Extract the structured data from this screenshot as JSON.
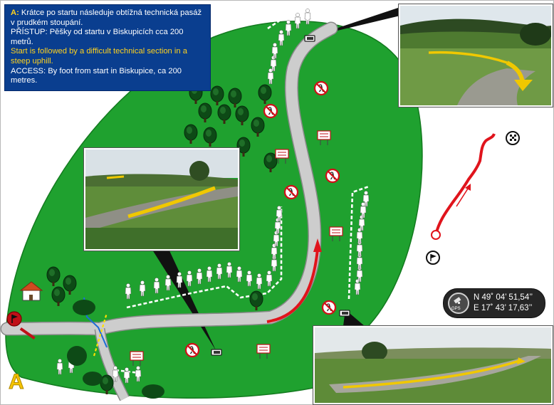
{
  "info_box": {
    "label": "A:",
    "cz_line1": "Krátce po startu následuje obtížná technická pasáž v prudkém stoupání.",
    "cz_line2": "PŘÍSTUP: Pěšky od startu v Biskupicích cca 200 metrů.",
    "en_line1": "Start is followed by a difficult technical section in a steep uphill.",
    "en_line2": "ACCESS: By foot from start in Biskupice, ca 200 metres."
  },
  "gps": {
    "label": "GPS",
    "lat": "N 49˚ 04’ 51,54’’",
    "lon": "E 17˚ 43’ 17,63’’"
  },
  "section_letter": "A",
  "colors": {
    "grass": "#1fa12f",
    "road": "#c9c9c9",
    "route": "#e0141c",
    "info_bg": "#0a3e8f",
    "accent_yellow": "#ffd21e"
  },
  "icons": [
    "start-flag-icon",
    "finish-flag-icon",
    "house-icon",
    "tree-icon",
    "no-pedestrian-icon",
    "camera-icon",
    "spectator-icon",
    "sign-board-icon",
    "route-arrow-icon",
    "satellite-icon"
  ]
}
